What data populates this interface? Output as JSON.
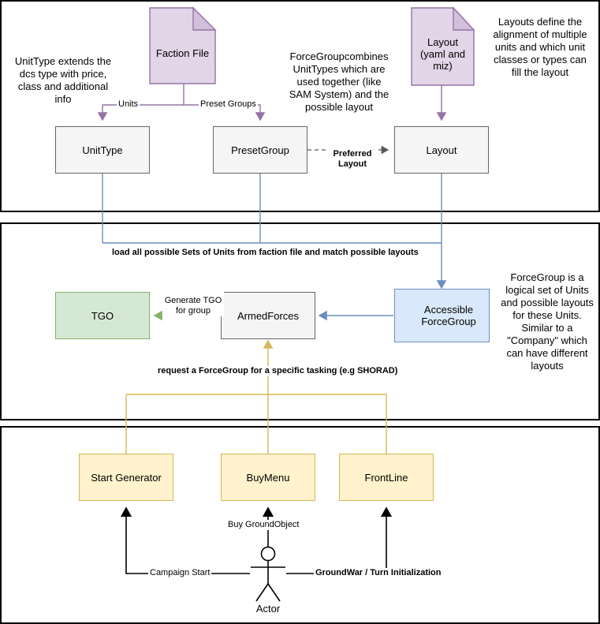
{
  "diagram": {
    "title": "Faction / ForceGroup architecture diagram",
    "colors": {
      "purple_fill": "#e1d5e7",
      "purple_stroke": "#9673a6",
      "green_fill": "#d5e8d4",
      "green_stroke": "#82b366",
      "blue_fill": "#dae8fc",
      "blue_stroke": "#6c8ebf",
      "yellow_fill": "#fff2cc",
      "yellow_stroke": "#d6b656",
      "grey_fill": "#f5f5f5",
      "grey_stroke": "#666666",
      "black": "#000000"
    }
  },
  "panels": {
    "top": {
      "documents": [
        {
          "id": "faction-file",
          "label": "Faction File"
        },
        {
          "id": "layout-file",
          "label": "Layout\n(yaml and\nmiz)"
        }
      ],
      "nodes": [
        {
          "id": "unittype",
          "label": "UnitType"
        },
        {
          "id": "presetgroup",
          "label": "PresetGroup"
        },
        {
          "id": "layout",
          "label": "Layout"
        }
      ],
      "edge_labels": {
        "units": "Units",
        "preset_groups": "Preset Groups",
        "preferred_layout": "Preferred\nLayout"
      },
      "notes": {
        "unittype_note": "UnitType extends the dcs type with price, class and additional info",
        "forcegroup_note": "ForceGroupcombines UnitTypes which are used together (like SAM System) and the possible layout",
        "layouts_note": "Layouts define the alignment of multiple units and which unit classes or types can fill the layout"
      }
    },
    "middle": {
      "nodes": [
        {
          "id": "tgo",
          "label": "TGO"
        },
        {
          "id": "armedforces",
          "label": "ArmedForces"
        },
        {
          "id": "accessible-forcegroup",
          "label": "Accessible\nForceGroup"
        }
      ],
      "edge_labels": {
        "load_sets": "load all possible Sets of Units from faction file and match possible layouts",
        "generate_tgo": "Generate TGO\nfor group",
        "request_forcegroup": "request a ForceGroup for a specific tasking (e.g SHORAD)"
      },
      "notes": {
        "forcegroup_note": "ForceGroup is a logical set of Units and possible layouts for these Units. Similar to a \"Company\" which can have different layouts"
      }
    },
    "bottom": {
      "nodes": [
        {
          "id": "start-generator",
          "label": "Start Generator"
        },
        {
          "id": "buymenu",
          "label": "BuyMenu"
        },
        {
          "id": "frontline",
          "label": "FrontLine"
        }
      ],
      "actor": {
        "id": "actor",
        "label": "Actor"
      },
      "edge_labels": {
        "campaign_start": "Campaign Start",
        "buy_groundobject": "Buy GroundObject",
        "groundwar_turn_init": "GroundWar / Turn Initialization"
      }
    }
  }
}
